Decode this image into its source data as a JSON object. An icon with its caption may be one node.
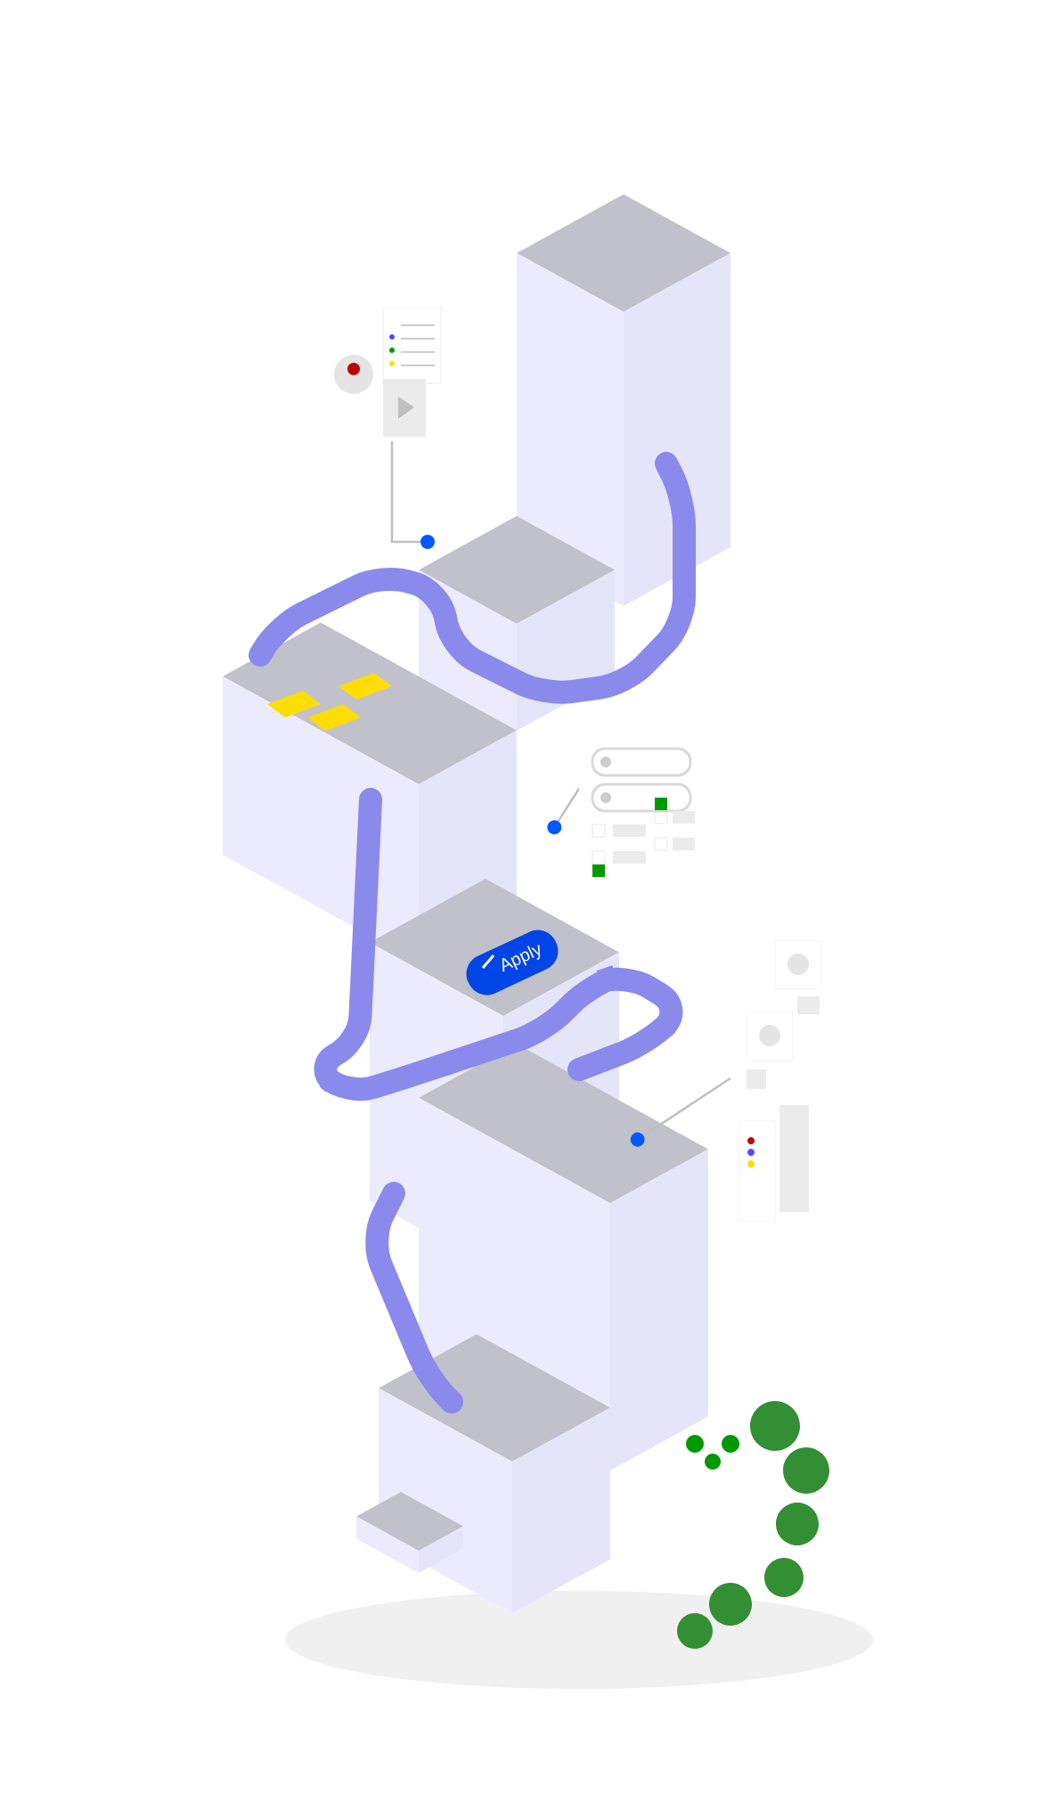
{
  "diagram": {
    "nodes": [
      {
        "text": [
          "Apply"
        ]
      },
      {
        "text": [],
        "shape": "picture"
      },
      {
        "text": [],
        "shape": "picture"
      },
      {
        "text": [],
        "shape": "picture"
      }
    ],
    "edges": [
      {
        "from": 1,
        "to": null,
        "arrow": "other"
      },
      {
        "from": 2,
        "to": null,
        "arrow": "other"
      },
      {
        "from": 3,
        "to": null,
        "arrow": "other"
      }
    ]
  }
}
